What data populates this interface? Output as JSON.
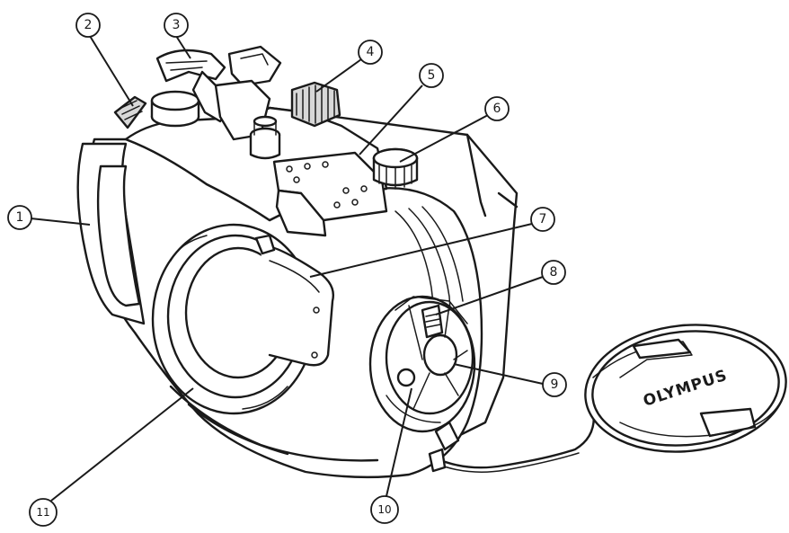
{
  "callouts": [
    {
      "id": "1",
      "label": "1"
    },
    {
      "id": "2",
      "label": "2"
    },
    {
      "id": "3",
      "label": "3"
    },
    {
      "id": "4",
      "label": "4"
    },
    {
      "id": "5",
      "label": "5"
    },
    {
      "id": "6",
      "label": "6"
    },
    {
      "id": "7",
      "label": "7"
    },
    {
      "id": "8",
      "label": "8"
    },
    {
      "id": "9",
      "label": "9"
    },
    {
      "id": "10",
      "label": "10"
    },
    {
      "id": "11",
      "label": "11"
    }
  ],
  "lens_cap": {
    "brand_text": "OLYMPUS"
  },
  "colors": {
    "line": "#1a1a1a",
    "background": "#ffffff"
  }
}
